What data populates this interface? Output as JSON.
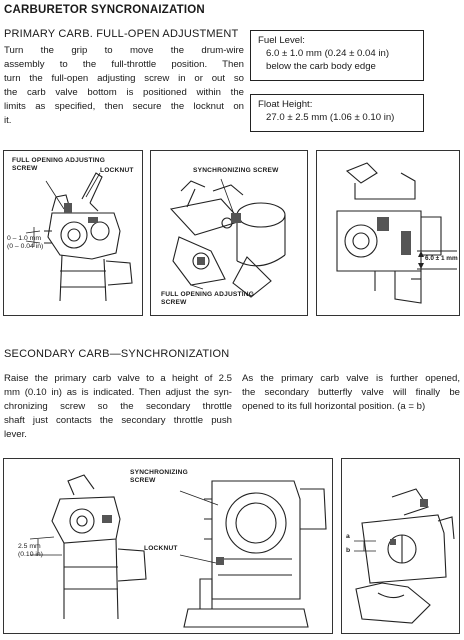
{
  "title": "CARBURETOR SYNCRONAIZATION",
  "primary": {
    "heading": "PRIMARY CARB. FULL-OPEN ADJUSTMENT",
    "paragraph_lines": [
      "Turn the grip to move the drum-wire",
      "assembly to the full-throttle position. Then",
      "turn the full-open adjusting screw in or out so",
      "the carb valve bottom is positioned within the",
      "limits as specified, then secure the locknut on",
      "it."
    ]
  },
  "fuel_level": {
    "label": "Fuel Level:",
    "value": "6.0 ± 1.0 mm (0.24 ± 0.04 in)",
    "note": "below the carb body edge"
  },
  "float_height": {
    "label": "Float Height:",
    "value": "27.0 ± 2.5 mm (1.06 ± 0.10 in)"
  },
  "figure1": {
    "label_screw": "FULL OPENING ADJUSTING SCREW",
    "label_locknut": "LOCKNUT",
    "dim_line1": "0 – 1.0 mm",
    "dim_line2": "(0 – 0.04 in)"
  },
  "figure2": {
    "label_sync": "SYNCHRONIZING SCREW",
    "label_full_open": "FULL OPENING ADJUSTING SCREW"
  },
  "figure3": {
    "dim": "6.0 ± 1 mm"
  },
  "secondary": {
    "heading": "SECONDARY CARB—SYNCHRONIZATION",
    "left_lines": [
      "Raise the primary carb valve to a height of 2.5",
      "mm (0.10 in) as is indicated. Then adjust the syn-",
      "chronizing screw so the secondary throttle",
      "shaft just contacts the secondary throttle push",
      "lever."
    ],
    "right_lines": [
      "As the primary carb valve is further opened,",
      "the secondary butterfly valve will finally be",
      "opened to its full horizontal position. (a = b)"
    ]
  },
  "figure4": {
    "dim_line1": "2.5 mm",
    "dim_line2": "(0.10 in)",
    "label_sync": "SYNCHRONIZING SCREW",
    "label_locknut": "LOCKNUT"
  },
  "figure5": {
    "label_a": "a",
    "label_b": "b"
  }
}
